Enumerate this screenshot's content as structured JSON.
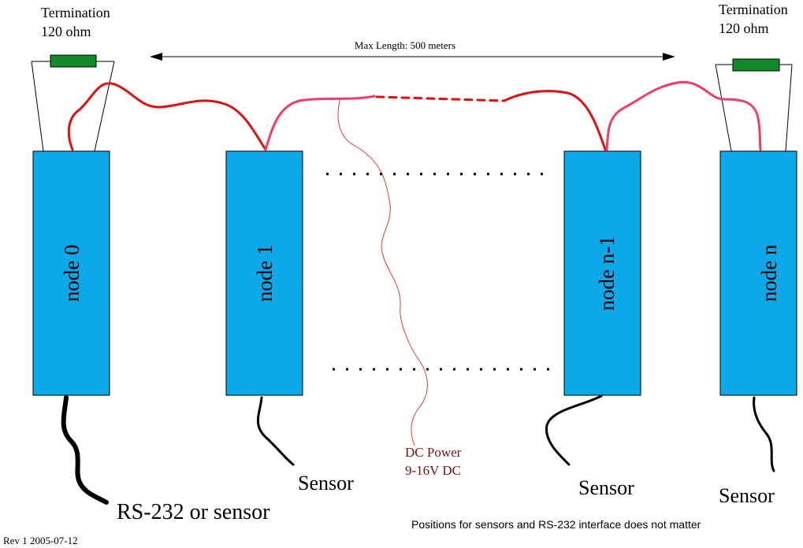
{
  "termination_left": {
    "line1": "Termination",
    "line2": "120 ohm"
  },
  "termination_right": {
    "line1": "Termination",
    "line2": "120 ohm"
  },
  "max_length": "Max Length: 500 meters",
  "nodes": [
    {
      "label": "node 0"
    },
    {
      "label": "node 1"
    },
    {
      "label": "node n-1"
    },
    {
      "label": "node n"
    }
  ],
  "sensor_labels": [
    "Sensor",
    "Sensor",
    "Sensor"
  ],
  "rs232_label": "RS-232 or sensor",
  "dc_power": {
    "line1": "DC Power",
    "line2": "9-16V DC"
  },
  "note": "Positions for sensors and RS-232 interface does not matter",
  "revision": "Rev 1 2005-07-12",
  "colors": {
    "node_fill": "#0ca8e8",
    "resistor": "#138a2a",
    "bus_red": "#e01010",
    "bus_pink": "#ef3f66",
    "power_line": "#ee3333",
    "power_text": "#7a1010",
    "sensor_wire": "#000000"
  }
}
